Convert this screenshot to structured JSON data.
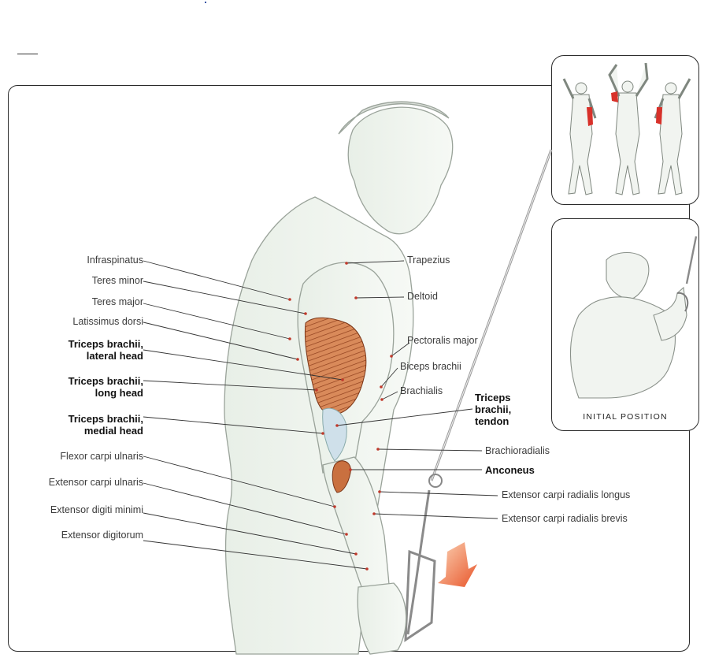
{
  "labels": {
    "infraspinatus": "Infraspinatus",
    "teres_minor": "Teres minor",
    "teres_major": "Teres major",
    "latissimus_dorsi": "Latissimus dorsi",
    "triceps_lateral_1": "Triceps brachii,",
    "triceps_lateral_2": "lateral head",
    "triceps_long_1": "Triceps brachii,",
    "triceps_long_2": "long head",
    "triceps_medial_1": "Triceps brachii,",
    "triceps_medial_2": "medial head",
    "flexor_carpi_ulnaris": "Flexor carpi ulnaris",
    "extensor_carpi_ulnaris": "Extensor carpi ulnaris",
    "extensor_digiti_minimi": "Extensor digiti minimi",
    "extensor_digitorum": "Extensor digitorum",
    "trapezius": "Trapezius",
    "deltoid": "Deltoid",
    "pectoralis_major": "Pectoralis major",
    "biceps_brachii": "Biceps brachii",
    "brachialis": "Brachialis",
    "triceps_tendon_1": "Triceps",
    "triceps_tendon_2": "brachii,",
    "triceps_tendon_3": "tendon",
    "brachioradialis": "Brachioradialis",
    "anconeus": "Anconeus",
    "ext_carpi_rad_longus": "Extensor carpi radialis longus",
    "ext_carpi_rad_brevis": "Extensor carpi radialis brevis"
  },
  "inset": {
    "caption": "INITIAL POSITION"
  },
  "colors": {
    "muscle_highlight": "#c9703f",
    "leader_line": "#333333",
    "leader_dot": "#c0392b",
    "arrow": "#e8552a",
    "figure_line": "#9aa39a"
  }
}
